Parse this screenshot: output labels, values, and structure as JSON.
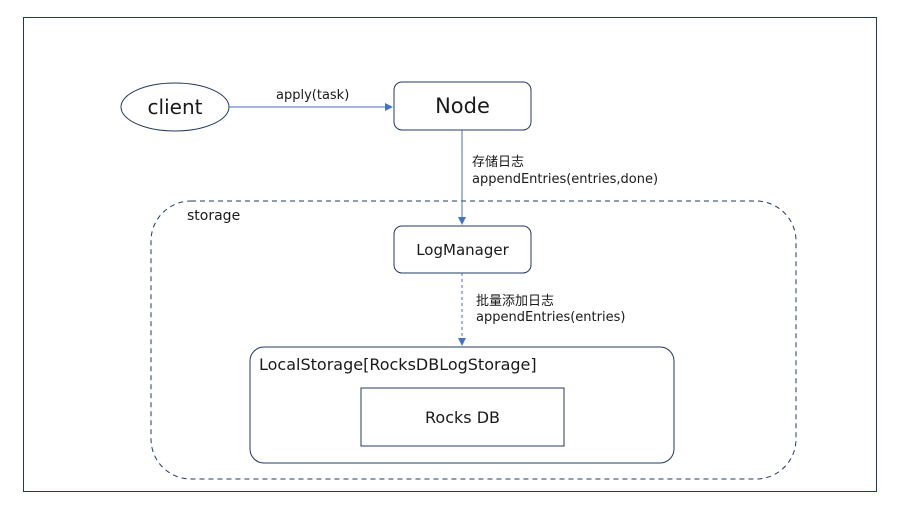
{
  "nodes": {
    "client": "client",
    "node": "Node",
    "log_manager": "LogManager",
    "local_storage": "LocalStorage[RocksDBLogStorage]",
    "rocks_db": "Rocks DB"
  },
  "group": {
    "storage": "storage"
  },
  "edges": {
    "client_to_node": "apply(task)",
    "node_to_logmanager_cn": "存储日志",
    "node_to_logmanager": "appendEntries(entries,done)",
    "logmanager_to_storage_cn": "批量添加日志",
    "logmanager_to_storage": "appendEntries(entries)"
  },
  "colors": {
    "border": "#1f3864",
    "arrow": "#4472c4"
  }
}
